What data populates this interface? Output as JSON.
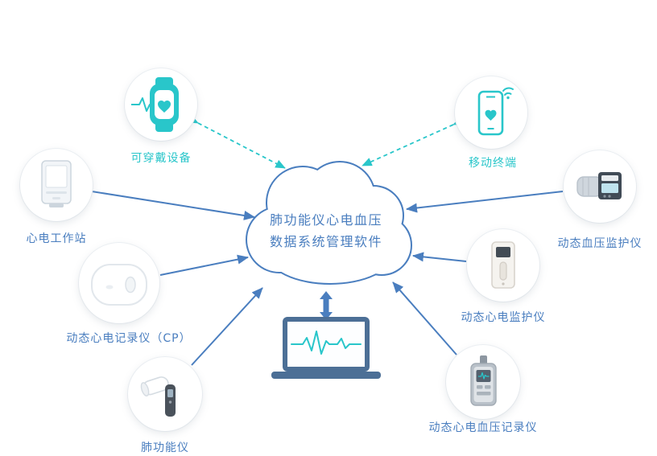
{
  "cloud": {
    "line1": "肺功能仪心电血压",
    "line2": "数据系统管理软件"
  },
  "nodes": {
    "wearable": {
      "label": "可穿戴设备"
    },
    "mobile": {
      "label": "移动终端"
    },
    "ecg_workstation": {
      "label": "心电工作站"
    },
    "cp_recorder": {
      "label": "动态心电记录仪（CP）"
    },
    "pulmonary": {
      "label": "肺功能仪"
    },
    "bp_monitor": {
      "label": "动态血压监护仪"
    },
    "ecg_monitor": {
      "label": "动态心电监护仪"
    },
    "ecg_bp_recorder": {
      "label": "动态心电血压记录仪"
    }
  },
  "icons": {
    "wearable": "smartwatch-heart-icon",
    "mobile": "smartphone-heart-signal-icon",
    "center": "cloud-icon",
    "terminal": "laptop-ecg-icon"
  },
  "colors": {
    "teal": "#29C6CA",
    "blue": "#4A7EBF",
    "device_dark": "#4a525b",
    "laptop_frame": "#4C6F96"
  }
}
